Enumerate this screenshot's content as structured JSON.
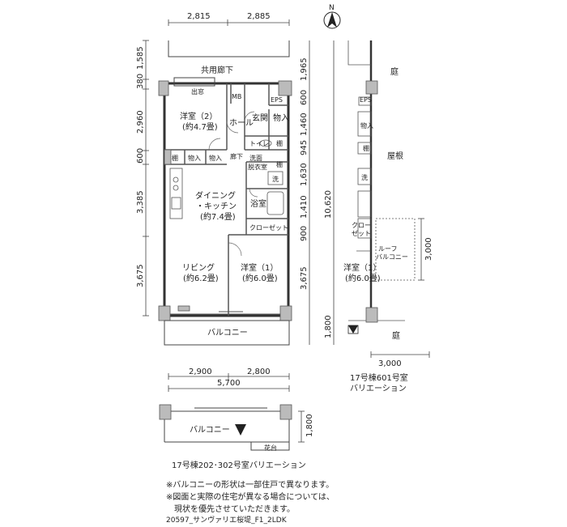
{
  "compass": {
    "label": "N"
  },
  "dims_top": [
    "2,815",
    "2,885"
  ],
  "dims_left": [
    "1,585",
    "380",
    "2,960",
    "600",
    "3,385",
    "3,675"
  ],
  "dims_mid": [
    "1,965",
    "600",
    "1,460",
    "945",
    "1,630",
    "1,410",
    "10,620",
    "900",
    "3,675",
    "1,800"
  ],
  "dims_bottom": [
    "2,900",
    "2,800",
    "5,700"
  ],
  "dims_var": {
    "roof_h": "3,000",
    "bottom_w": "3,000",
    "balcony_h": "1,800"
  },
  "labels": {
    "corridor": "共用廊下",
    "window": "出窓",
    "mb": "MB",
    "eps": "EPS",
    "western2": "洋室（2）",
    "western2_area": "(約4.7畳)",
    "hall": "ホール",
    "entrance": "玄関",
    "storage": "物入",
    "toilet": "トイレ",
    "shelf": "棚",
    "corridor_short": "廊下",
    "washroom": "洗面",
    "dressing": "脱衣室",
    "wash": "洗",
    "dining": "ダイニング",
    "kitchen": "・キッチン",
    "dining_area": "(約7.4畳)",
    "bath": "浴室",
    "closet": "クローゼット",
    "living": "リビング",
    "living_area": "(約6.2畳)",
    "western1": "洋室（1）",
    "western1_area": "(約6.0畳)",
    "balcony": "バルコニー",
    "garden": "庭",
    "roof": "屋根",
    "closet_split_1": "クロー",
    "closet_split_2": "ゼット",
    "roof_balcony_1": "ルーフ",
    "roof_balcony_2": "バルコニー",
    "variation_601_1": "17号棟601号室",
    "variation_601_2": "バリエーション",
    "flower_bed": "花台",
    "variation_202": "17号棟202･302号室バリエーション"
  },
  "notes": [
    "※バルコニーの形状は一部住戸で異なります。",
    "※図面と実際の住宅が異なる場合については、",
    "　現状を優先させていただきます。"
  ],
  "footer": "20597_サンヴァリエ桜堤_F1_2LDK"
}
